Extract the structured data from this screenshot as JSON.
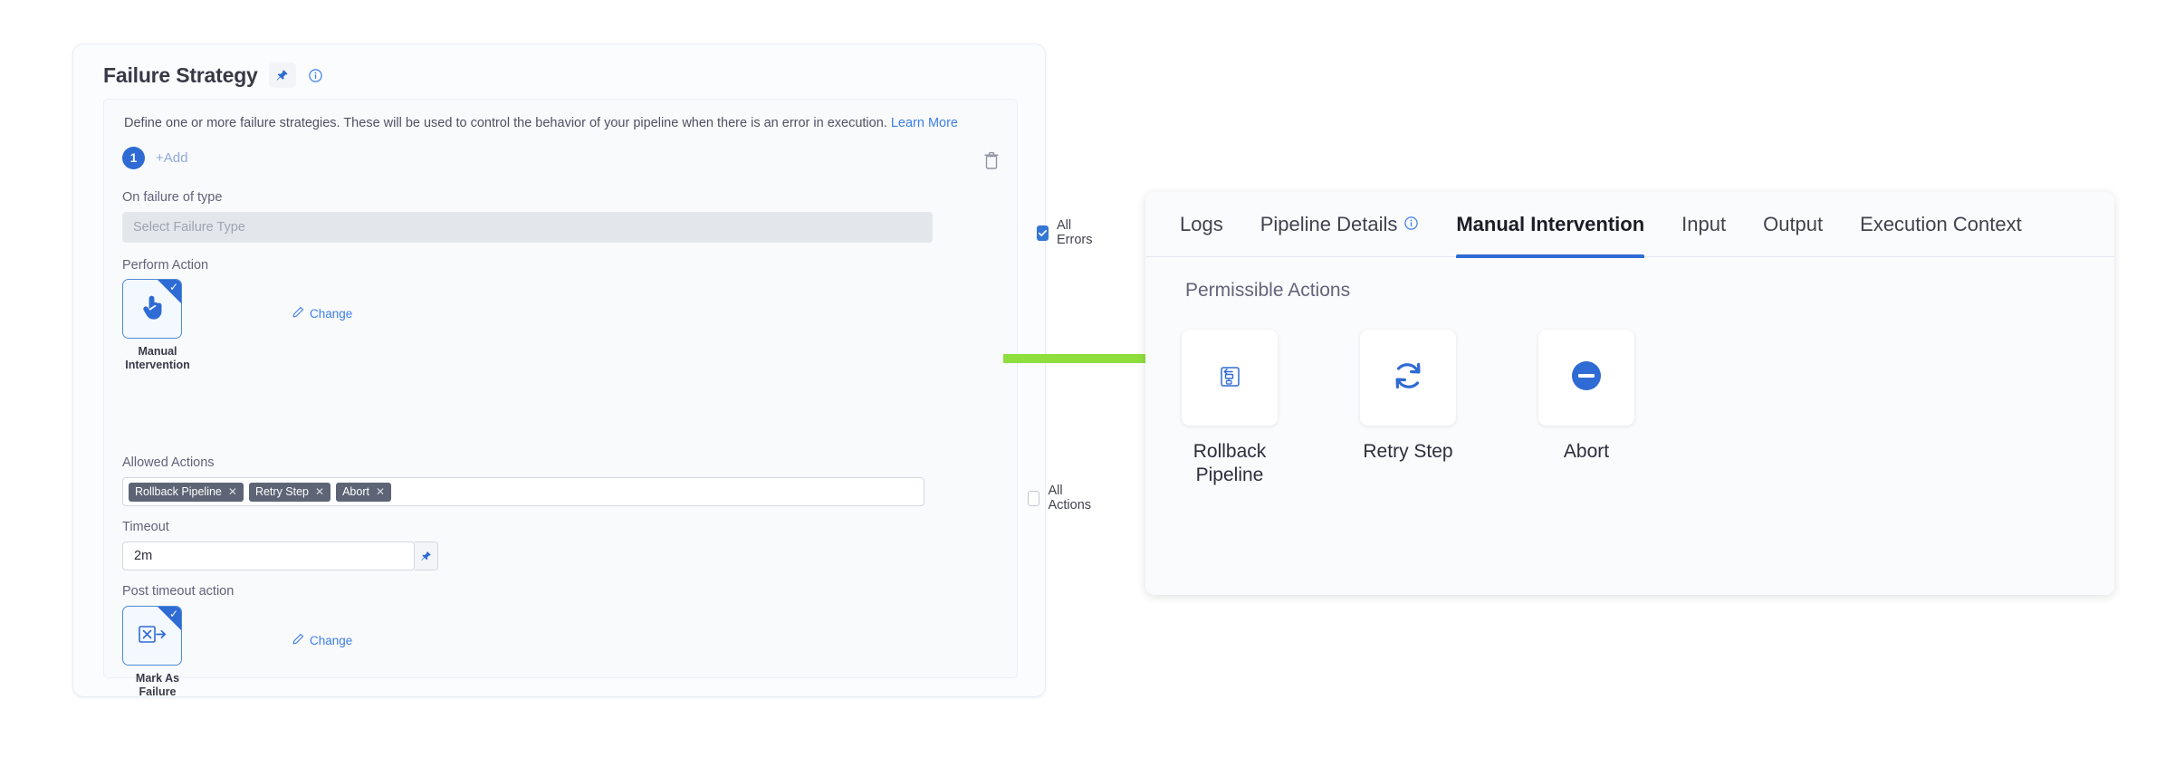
{
  "left_panel": {
    "title": "Failure Strategy",
    "pin_icon": "pin-icon",
    "info_icon": "info-icon",
    "description": "Define one or more failure strategies. These will be used to control the behavior of your pipeline when there is an error in execution.",
    "learn_more": "Learn More",
    "strategy_index": "1",
    "add_label": "+Add",
    "delete_icon": "trash-icon",
    "on_failure_label": "On failure of type",
    "failure_type_placeholder": "Select Failure Type",
    "all_errors_label": "All Errors",
    "all_errors_checked": true,
    "perform_action_label": "Perform Action",
    "perform_action_tile": {
      "icon": "hand-pointer-icon",
      "label": "Manual Intervention",
      "selected": true
    },
    "change_label": "Change",
    "change_icon": "pencil-icon",
    "allowed_actions_label": "Allowed Actions",
    "allowed_actions_tags": [
      "Rollback Pipeline",
      "Retry Step",
      "Abort"
    ],
    "all_actions_label": "All Actions",
    "all_actions_checked": false,
    "timeout_label": "Timeout",
    "timeout_value": "2m",
    "timeout_pin_icon": "pin-icon",
    "post_timeout_label": "Post timeout action",
    "post_timeout_tile": {
      "icon": "mark-as-failure-icon",
      "label": "Mark As Failure",
      "selected": true
    }
  },
  "right_panel": {
    "tabs": [
      {
        "label": "Logs",
        "active": false,
        "has_info": false
      },
      {
        "label": "Pipeline Details",
        "active": false,
        "has_info": true
      },
      {
        "label": "Manual Intervention",
        "active": true,
        "has_info": false
      },
      {
        "label": "Input",
        "active": false,
        "has_info": false
      },
      {
        "label": "Output",
        "active": false,
        "has_info": false
      },
      {
        "label": "Execution Context",
        "active": false,
        "has_info": false
      }
    ],
    "section_title": "Permissible Actions",
    "actions": [
      {
        "label": "Rollback Pipeline",
        "icon": "rollback-pipeline-icon"
      },
      {
        "label": "Retry Step",
        "icon": "retry-step-icon"
      },
      {
        "label": "Abort",
        "icon": "abort-icon"
      }
    ]
  },
  "connector": {
    "icon": "green-arrow-icon",
    "color": "#8ede3e"
  },
  "colors": {
    "accent": "#2f6bd4",
    "link": "#3d7fe8",
    "tag_bg": "#5d6475",
    "arrow_green": "#8ede3e"
  }
}
